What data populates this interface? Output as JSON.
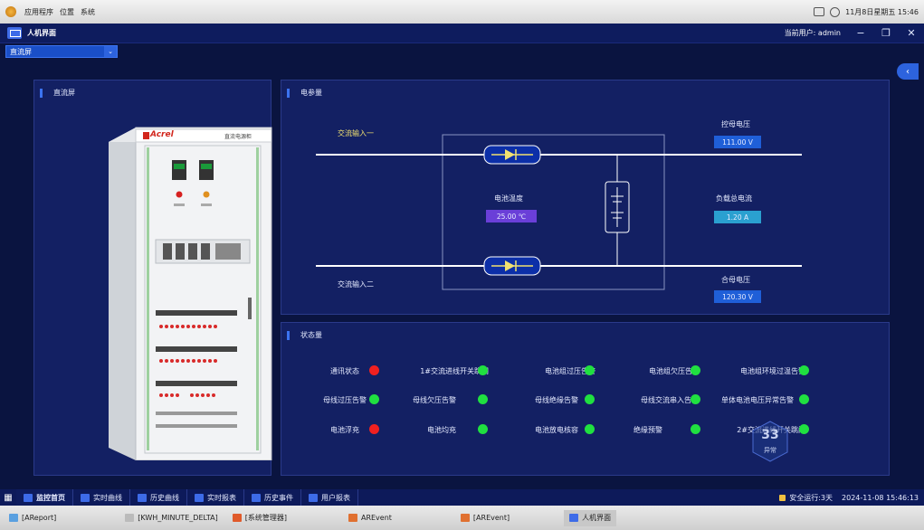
{
  "os_bar": {
    "menu": [
      "应用程序",
      "位置",
      "系统"
    ],
    "datetime": "11月8日星期五 15:46"
  },
  "title_bar": {
    "title": "人机界面",
    "user_label": "当前用户:",
    "user_name": "admin",
    "minimize": "−",
    "restore": "❐",
    "close": "✕"
  },
  "dropdown": {
    "value": "直流屏",
    "arrow": "⌄"
  },
  "side_tab": "‹",
  "left_panel": {
    "title": "直流屏",
    "cabinet_brand": "Acrel",
    "cabinet_label": "直流电源柜"
  },
  "electrical": {
    "title": "电参量",
    "input1": "交流输入一",
    "input2": "交流输入二",
    "battery_temp_label": "电池温度",
    "battery_temp_value": "25.00 ℃",
    "ctrl_bus_label": "控母电压",
    "ctrl_bus_value": "111.00 V",
    "load_current_label": "负载总电流",
    "load_current_value": "1.20 A",
    "close_bus_label": "合母电压",
    "close_bus_value": "120.30 V"
  },
  "status": {
    "title": "状态量",
    "rows": [
      [
        {
          "label": "通讯状态",
          "state": "red"
        },
        {
          "label": "1#交流进线开关跳闸",
          "state": "green"
        },
        {
          "label": "电池组过压告警",
          "state": "green"
        },
        {
          "label": "电池组欠压告警",
          "state": "green"
        },
        {
          "label": "电池组环境过温告警",
          "state": "green"
        }
      ],
      [
        {
          "label": "母线过压告警",
          "state": "green"
        },
        {
          "label": "母线欠压告警",
          "state": "green"
        },
        {
          "label": "母线绝缘告警",
          "state": "green"
        },
        {
          "label": "母线交流串入告警",
          "state": "green"
        },
        {
          "label": "单体电池电压异常告警",
          "state": "green"
        }
      ],
      [
        {
          "label": "电池浮充",
          "state": "red"
        },
        {
          "label": "电池均充",
          "state": "green"
        },
        {
          "label": "电池放电核容",
          "state": "green"
        },
        {
          "label": "绝缘预警",
          "state": "green"
        },
        {
          "label": "2#交流进线开关跳闸",
          "state": "green"
        }
      ]
    ],
    "badge_count": "33",
    "badge_label": "异常"
  },
  "app_nav": {
    "grid_icon": "▦",
    "items": [
      "监控首页",
      "实时曲线",
      "历史曲线",
      "实时报表",
      "历史事件",
      "用户报表"
    ],
    "runtime": "安全运行:3天",
    "timestamp": "2024-11-08 15:46:13"
  },
  "taskbar": {
    "items": [
      "[AReport]",
      "[KWH_MINUTE_DELTA]",
      "[系统管理器]",
      "AREvent",
      "[AREvent]",
      "人机界面"
    ]
  },
  "colors": {
    "bg": "#0a1440",
    "panel": "#132063",
    "accent": "#3b73f0",
    "alarm": "#f02020",
    "ok": "#20e040"
  }
}
